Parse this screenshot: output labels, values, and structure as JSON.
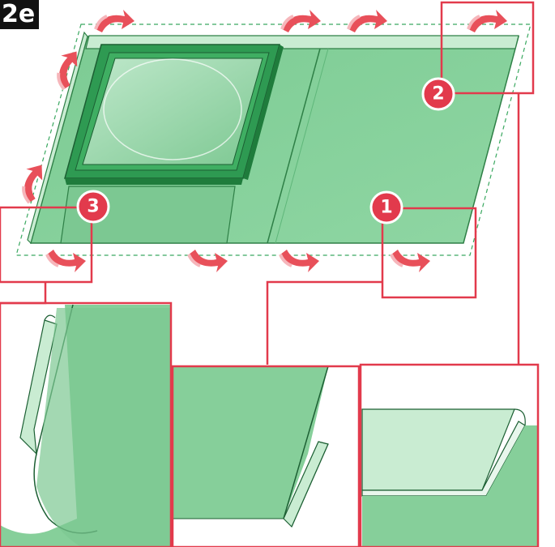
{
  "step_label": "2e",
  "callouts": [
    {
      "number": "1"
    },
    {
      "number": "2"
    },
    {
      "number": "3"
    }
  ],
  "colors": {
    "panel_green": "#86cf9a",
    "panel_dark_green": "#5fb77a",
    "frame_green": "#2e9a52",
    "lid_light": "#c9ecd2",
    "callout_red": "#e23a4c",
    "arrow_red": "#e8505a",
    "dashed_outline": "#3aa860"
  },
  "icons": [
    "fold-arrow-icon"
  ]
}
